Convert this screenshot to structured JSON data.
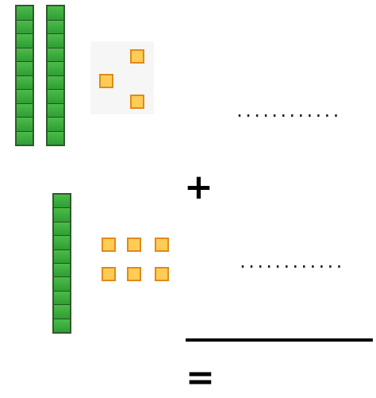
{
  "problem": {
    "addend1": {
      "tens": 2,
      "ones": 3,
      "answer_blank": "............"
    },
    "addend2": {
      "tens": 1,
      "ones": 6,
      "answer_blank": "............"
    },
    "operator_plus": "+",
    "operator_equals": "="
  },
  "colors": {
    "tens_rod": "#3fae3f",
    "unit_cube": "#ffcc55",
    "unit_border": "#e08a18"
  }
}
